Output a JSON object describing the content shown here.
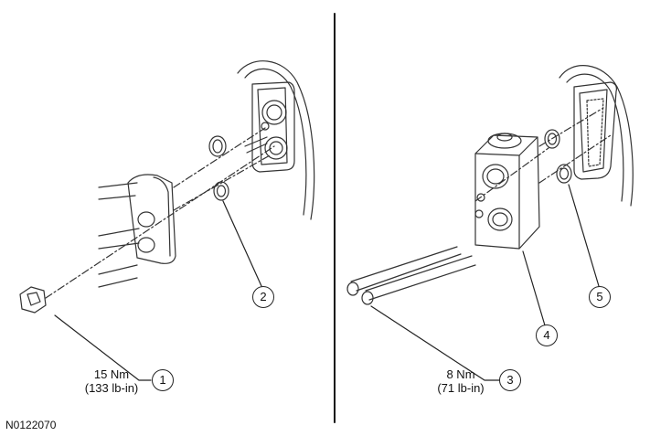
{
  "figure_id": "N0122070",
  "callouts": [
    {
      "num": "1",
      "torque_nm": "15 Nm",
      "torque_lbin": "(133 lb-in)"
    },
    {
      "num": "2"
    },
    {
      "num": "3",
      "torque_nm": "8 Nm",
      "torque_lbin": "(71 lb-in)"
    },
    {
      "num": "4"
    },
    {
      "num": "5"
    }
  ]
}
